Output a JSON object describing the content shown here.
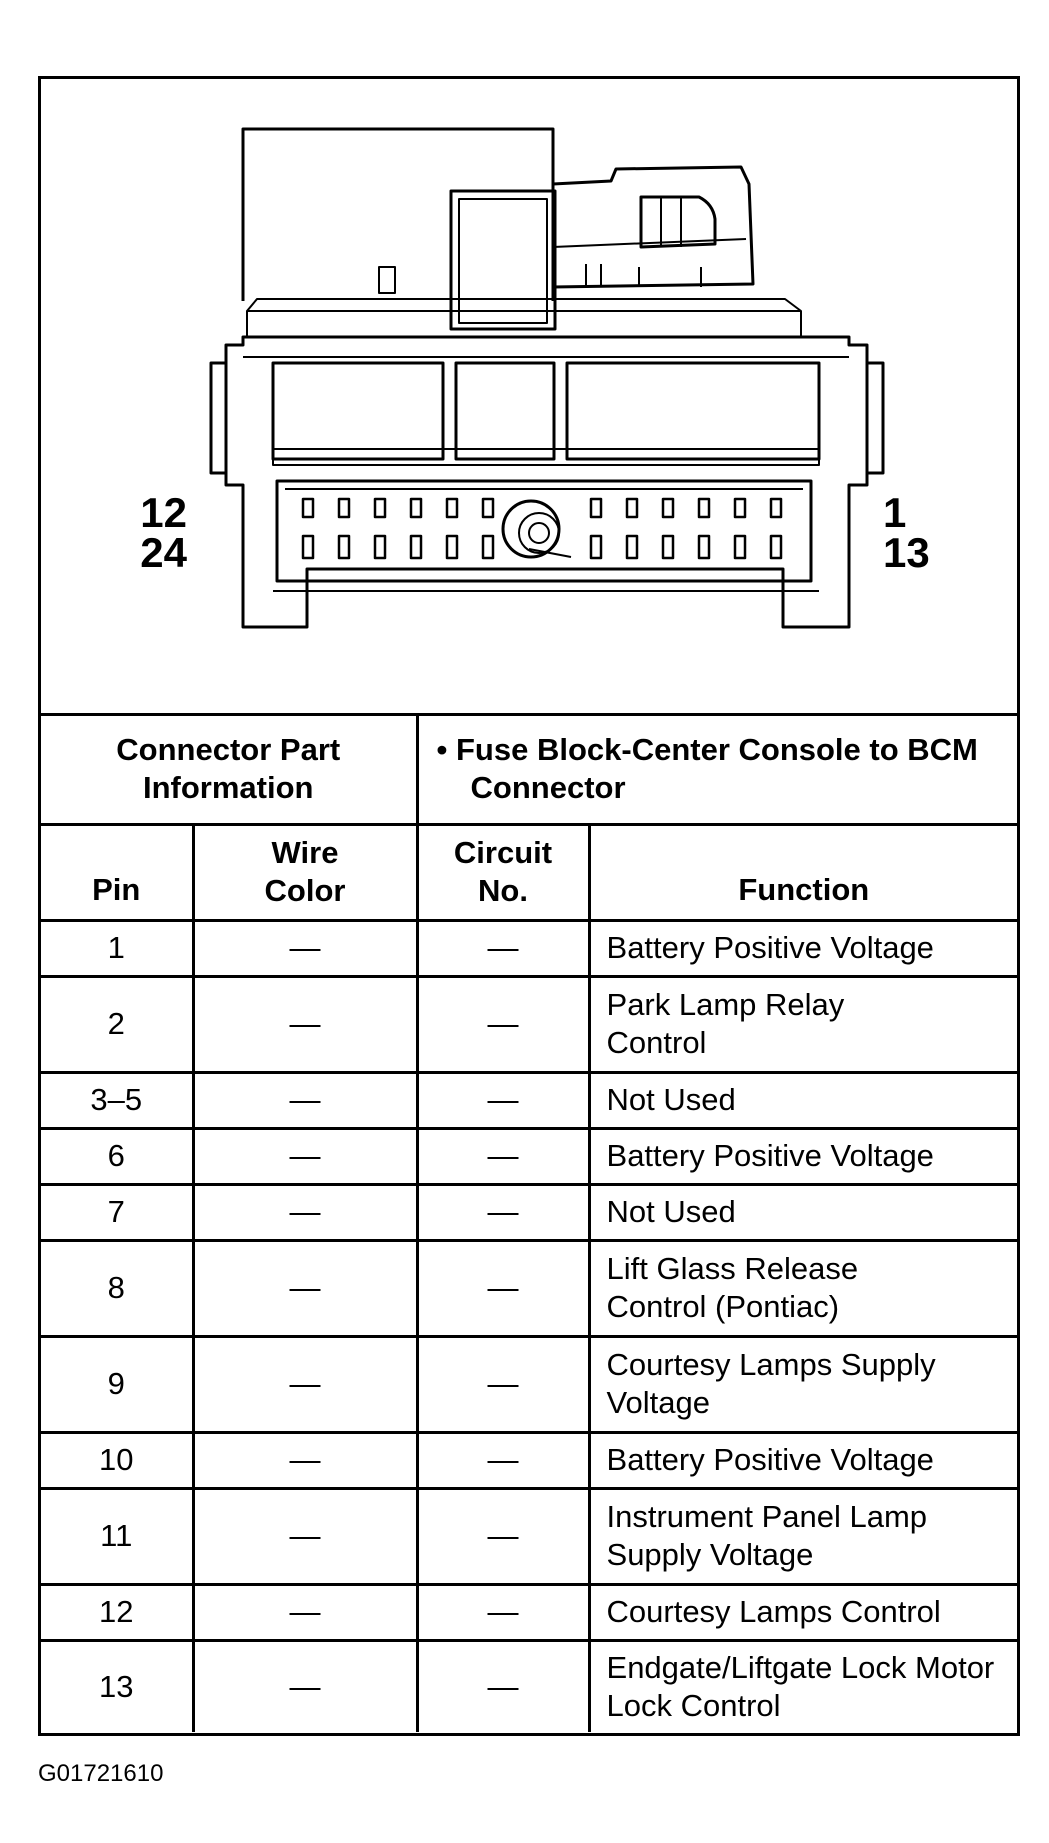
{
  "connector": {
    "left_labels": [
      "12",
      "24"
    ],
    "right_labels": [
      "1",
      "13"
    ]
  },
  "info": {
    "label": "Connector Part Information",
    "value": "• Fuse Block-Center Console to BCM Connector"
  },
  "columns": {
    "pin": "Pin",
    "wire_color": "Wire Color",
    "circuit_no": "Circuit No.",
    "function": "Function"
  },
  "rows": [
    {
      "pin": "1",
      "wire_color": "—",
      "circuit": "—",
      "function": "Battery Positive Voltage"
    },
    {
      "pin": "2",
      "wire_color": "—",
      "circuit": "—",
      "function": "Park Lamp Relay Control"
    },
    {
      "pin": "3–5",
      "wire_color": "—",
      "circuit": "—",
      "function": "Not Used"
    },
    {
      "pin": "6",
      "wire_color": "—",
      "circuit": "—",
      "function": "Battery Positive Voltage"
    },
    {
      "pin": "7",
      "wire_color": "—",
      "circuit": "—",
      "function": "Not Used"
    },
    {
      "pin": "8",
      "wire_color": "—",
      "circuit": "—",
      "function": "Lift Glass Release Control (Pontiac)"
    },
    {
      "pin": "9",
      "wire_color": "—",
      "circuit": "—",
      "function": "Courtesy Lamps Supply Voltage"
    },
    {
      "pin": "10",
      "wire_color": "—",
      "circuit": "—",
      "function": "Battery Positive Voltage"
    },
    {
      "pin": "11",
      "wire_color": "—",
      "circuit": "—",
      "function": "Instrument Panel Lamp Supply Voltage"
    },
    {
      "pin": "12",
      "wire_color": "—",
      "circuit": "—",
      "function": "Courtesy Lamps Control"
    },
    {
      "pin": "13",
      "wire_color": "—",
      "circuit": "—",
      "function": "Endgate/Liftgate Lock Motor Lock Control"
    }
  ],
  "figure_id": "G01721610"
}
